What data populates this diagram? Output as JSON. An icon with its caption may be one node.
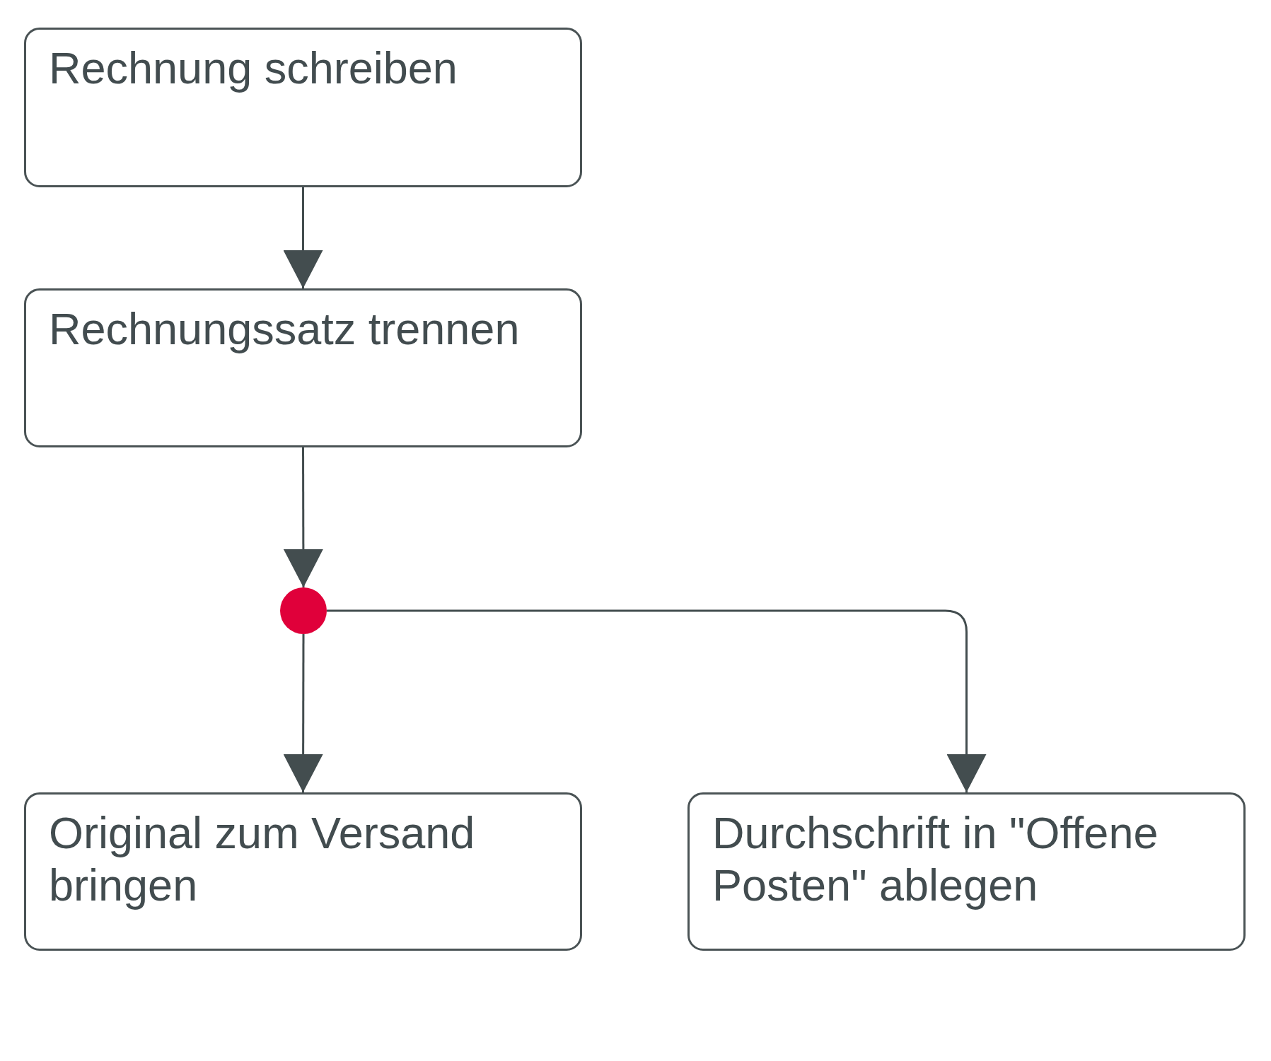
{
  "diagram": {
    "nodes": [
      {
        "text": [
          "Rechnung schreiben"
        ]
      },
      {
        "text": [
          "Rechnungssatz trennen"
        ]
      },
      {
        "text": [
          "Original zum Versand bringen"
        ]
      },
      {
        "text": [
          "Durchschrift in \"Offene Posten\" ablegen"
        ]
      },
      {
        "text": [],
        "shape": "circle"
      }
    ],
    "edges": [
      {
        "from": 0,
        "to": 1,
        "arrow": "to"
      },
      {
        "from": 1,
        "to": 4,
        "arrow": "to"
      },
      {
        "from": 4,
        "to": 2,
        "arrow": "to"
      },
      {
        "from": 4,
        "to": 3,
        "arrow": "to"
      }
    ]
  }
}
